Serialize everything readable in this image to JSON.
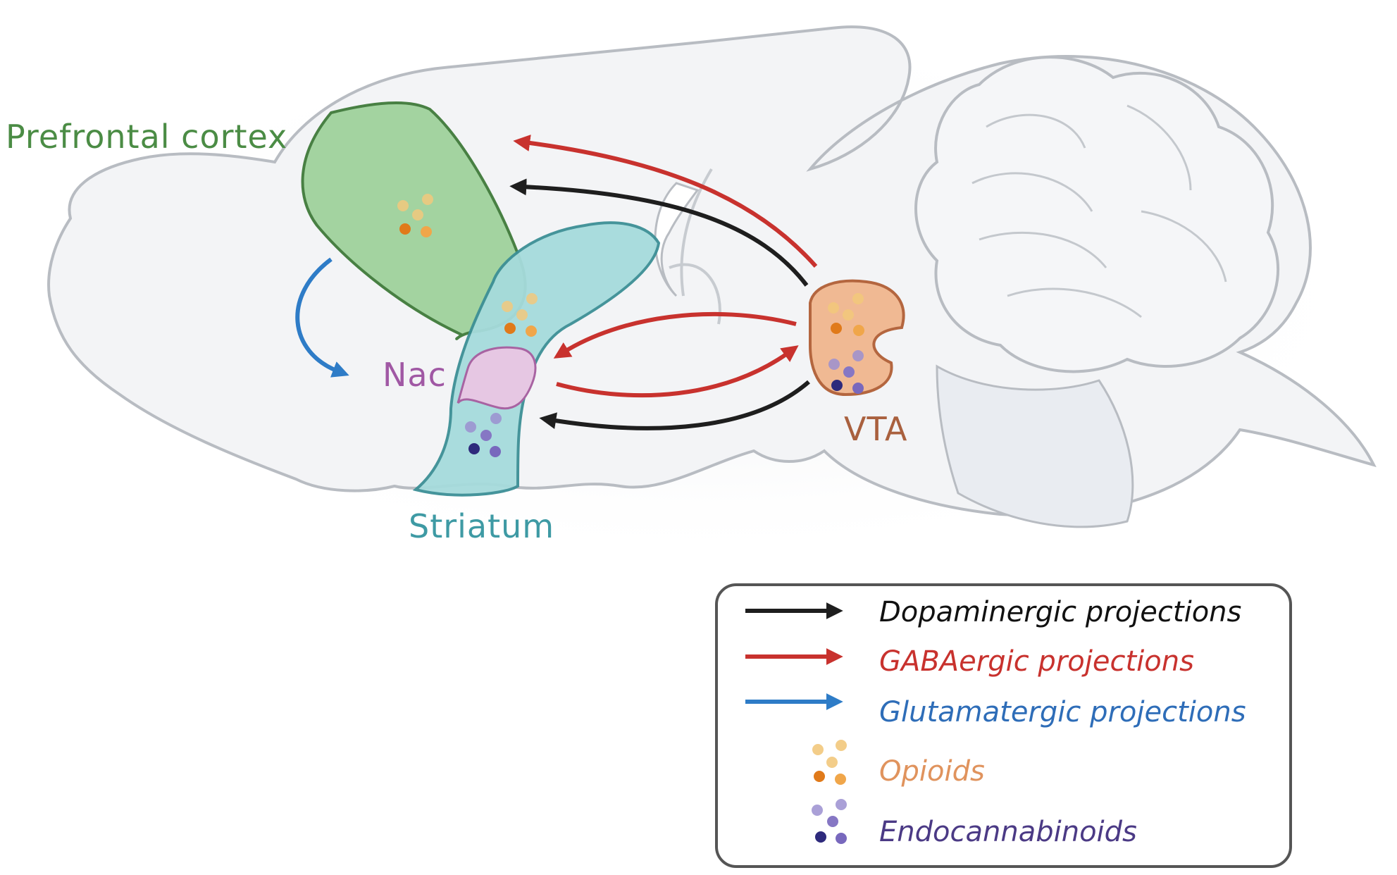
{
  "labels": {
    "prefrontal": "Prefrontal cortex",
    "nac": "Nac",
    "striatum": "Striatum",
    "vta": "VTA"
  },
  "legend": {
    "dopaminergic": "Dopaminergic projections",
    "gabaergic": "GABAergic projections",
    "glutamatergic": "Glutamatergic projections",
    "opioids": "Opioids",
    "endocannabinoids": "Endocannabinoids"
  },
  "colors": {
    "dopaminergic": "#1e1e1e",
    "gabaergic": "#c8322e",
    "glutamatergic": "#2e7cc7",
    "opioids_text": "#e0935d",
    "endocannabinoids_text": "#4b3a85",
    "prefrontal_fill": "#9fd29c",
    "prefrontal_stroke": "#3f7a3a",
    "prefrontal_text": "#4b8c45",
    "striatum_fill": "#a6dbdc",
    "striatum_stroke": "#3c8f96",
    "striatum_text": "#3e9aa4",
    "nac_fill": "#e6c7e3",
    "nac_stroke": "#a863a2",
    "nac_text": "#a058a4",
    "vta_fill": "#f0b993",
    "vta_stroke": "#b4663f",
    "vta_text": "#a9603e",
    "brain_outline": "#b8bcc2",
    "brain_fill": "#f3f4f6"
  }
}
